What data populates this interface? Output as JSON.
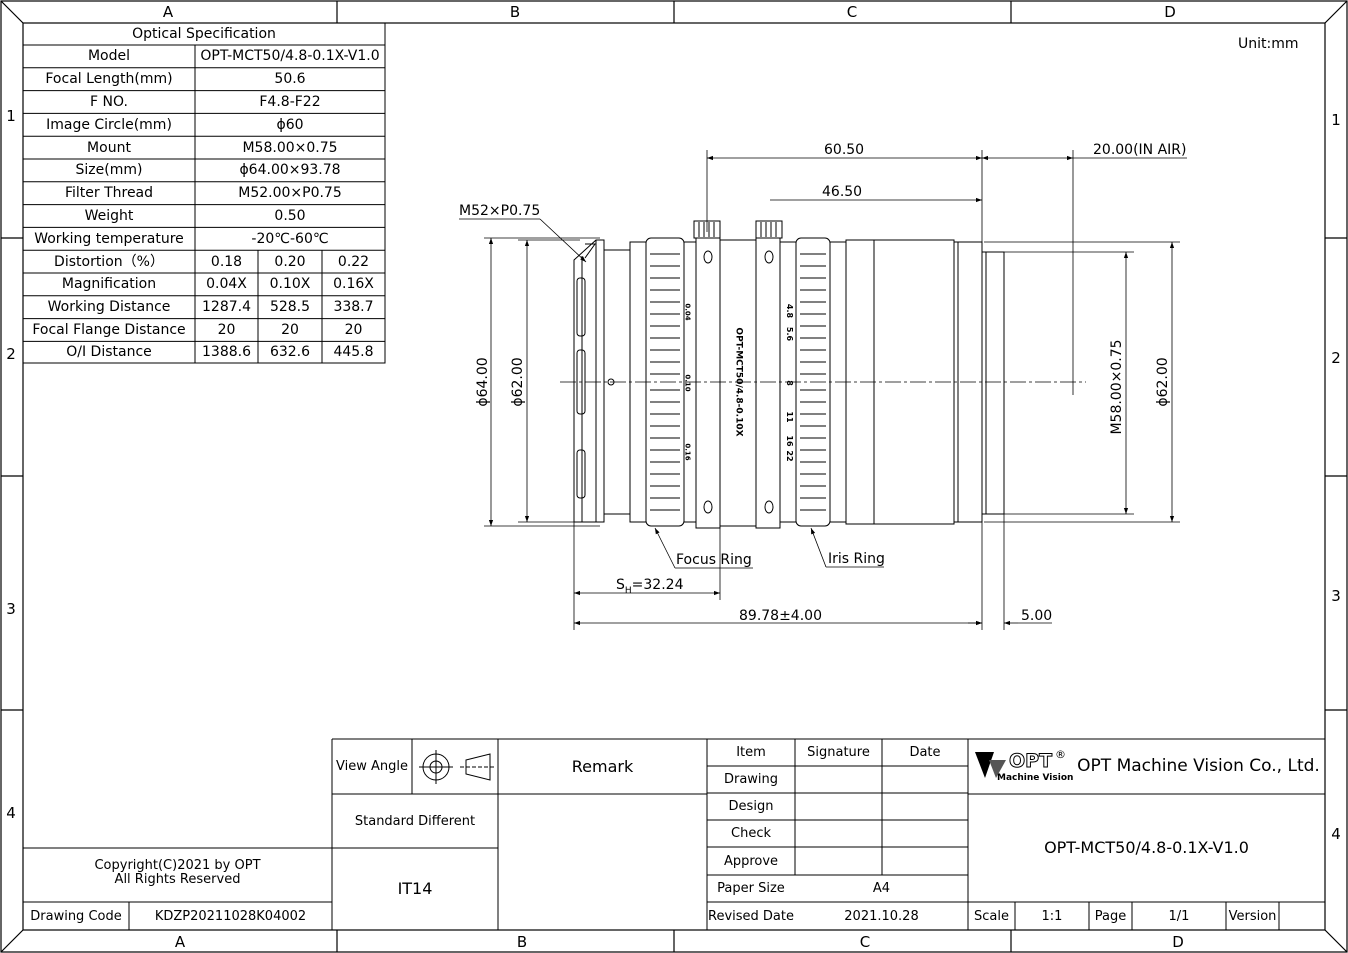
{
  "zones": {
    "cols": [
      "A",
      "B",
      "C",
      "D"
    ],
    "rows": [
      "1",
      "2",
      "3",
      "4"
    ]
  },
  "unit": "Unit:mm",
  "spec_table": {
    "title": "Optical Specification",
    "rows": [
      {
        "label": "Model",
        "values": [
          "OPT-MCT50/4.8-0.1X-V1.0"
        ]
      },
      {
        "label": "Focal Length(mm)",
        "values": [
          "50.6"
        ]
      },
      {
        "label": "F NO.",
        "values": [
          "F4.8-F22"
        ]
      },
      {
        "label": "Image Circle(mm)",
        "values": [
          "ϕ60"
        ]
      },
      {
        "label": "Mount",
        "values": [
          "M58.00×0.75"
        ]
      },
      {
        "label": "Size(mm)",
        "values": [
          "ϕ64.00×93.78"
        ]
      },
      {
        "label": "Filter Thread",
        "values": [
          "M52.00×P0.75"
        ]
      },
      {
        "label": "Weight",
        "values": [
          "0.50"
        ]
      },
      {
        "label": "Working temperature",
        "values": [
          "-20℃-60℃"
        ]
      },
      {
        "label": "Distortion（%）",
        "values": [
          "0.18",
          "0.20",
          "0.22"
        ]
      },
      {
        "label": "Magnification",
        "values": [
          "0.04X",
          "0.10X",
          "0.16X"
        ]
      },
      {
        "label": "Working Distance",
        "values": [
          "1287.4",
          "528.5",
          "338.7"
        ]
      },
      {
        "label": "Focal Flange Distance",
        "values": [
          "20",
          "20",
          "20"
        ]
      },
      {
        "label": "O/I Distance",
        "values": [
          "1388.6",
          "632.6",
          "445.8"
        ]
      }
    ]
  },
  "dimensions": {
    "filter_thread": "M52×P0.75",
    "len_60": "60.50",
    "len_46": "46.50",
    "back_focus": "20.00(IN AIR)",
    "dia_64": "ϕ64.00",
    "dia_62_front": "ϕ62.00",
    "mount_thread": "M58.00×0.75",
    "dia_62_rear": "ϕ62.00",
    "focus_ring": "Focus Ring",
    "iris_ring": "Iris Ring",
    "sh_prefix": "S",
    "sh_sub": "H",
    "sh_value": "=32.24",
    "total_length": "89.78±4.00",
    "mount_length": "5.00"
  },
  "lens_markings": {
    "barrel_text": "OPT-MCT50/4.8-0.10X",
    "iris_scale": [
      "4.8",
      "5.6",
      "8",
      "11",
      "16",
      "22"
    ],
    "focus_scale": [
      "0.04",
      "0.10",
      "0.16"
    ]
  },
  "title_block": {
    "copyright_line1": "Copyright(C)2021 by OPT",
    "copyright_line2": "All Rights Reserved",
    "drawing_code_label": "Drawing Code",
    "drawing_code": "KDZP20211028K04002",
    "view_angle_label": "View Angle",
    "standard_label": "Standard Different",
    "tolerance": "IT14",
    "remark_label": "Remark",
    "item_label": "Item",
    "signature_label": "Signature",
    "date_label": "Date",
    "drawing_label": "Drawing",
    "design_label": "Design",
    "check_label": "Check",
    "approve_label": "Approve",
    "paper_size_label": "Paper Size",
    "paper_size": "A4",
    "revised_date_label": "Revised Date",
    "revised_date": "2021.10.28",
    "logo_text": "OPT",
    "logo_sub": "Machine Vision",
    "logo_reg": "®",
    "company": "OPT Machine Vision Co., Ltd.",
    "model": "OPT-MCT50/4.8-0.1X-V1.0",
    "scale_label": "Scale",
    "scale": "1:1",
    "page_label": "Page",
    "page": "1/1",
    "version_label": "Version",
    "version": ""
  }
}
